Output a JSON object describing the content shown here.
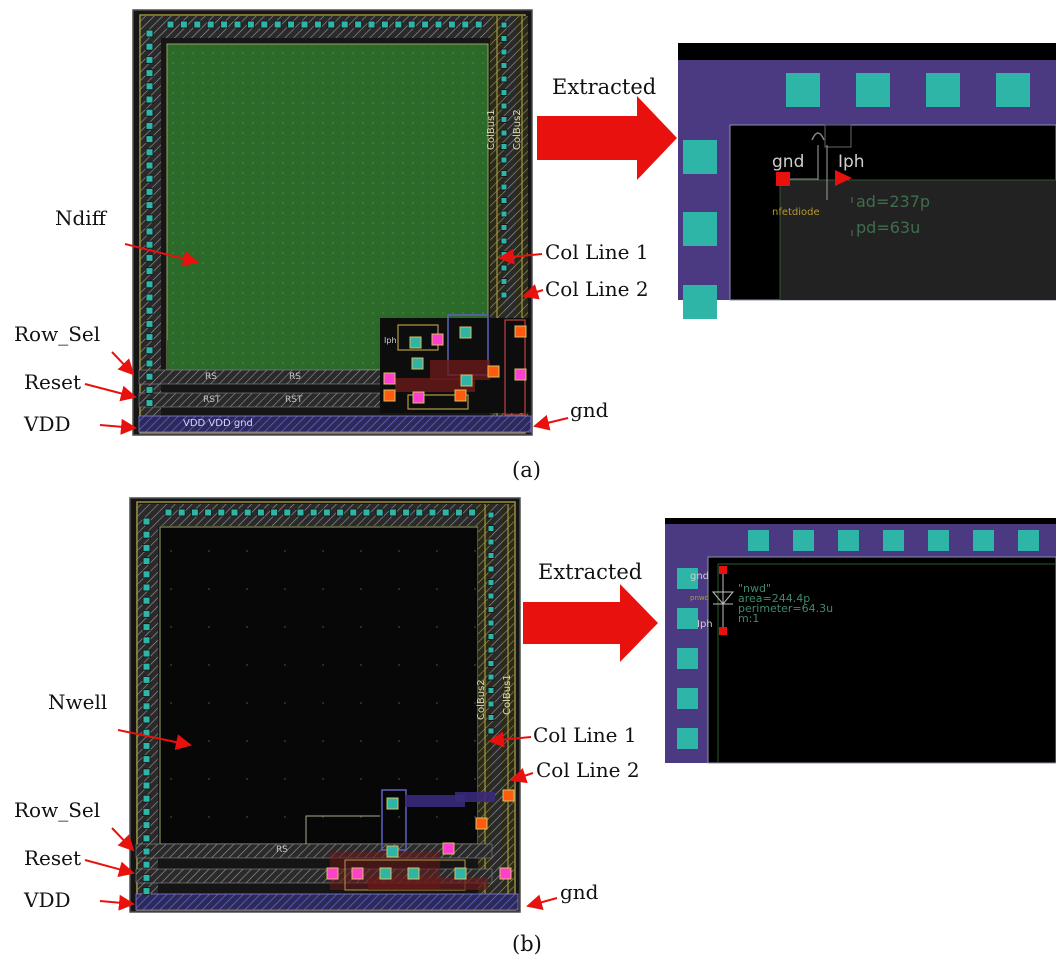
{
  "figure": {
    "panel_a": {
      "caption": "(a)",
      "diode_label": "Ndiff",
      "extracted_label": "Extracted",
      "labels": {
        "row_sel": "Row_Sel",
        "reset": "Reset",
        "vdd": "VDD",
        "col_line_1": "Col Line 1",
        "col_line_2": "Col Line 2",
        "gnd": "gnd"
      },
      "layout_text": {
        "rs_left": "RS",
        "rs_right": "RS",
        "rst_left": "RST",
        "rst_right": "RST",
        "vdd_gnd": "VDD VDD gnd",
        "iph": "Iph",
        "colbus1": "ColBus1",
        "colbus2": "ColBus2"
      },
      "extracted": {
        "gnd": "gnd",
        "iph": "Iph",
        "ad": "ad=237p",
        "pd": "pd=63u",
        "device": "nfetdiode"
      }
    },
    "panel_b": {
      "caption": "(b)",
      "diode_label": "Nwell",
      "extracted_label": "Extracted",
      "labels": {
        "row_sel": "Row_Sel",
        "reset": "Reset",
        "vdd": "VDD",
        "col_line_1": "Col Line 1",
        "col_line_2": "Col Line 2",
        "gnd": "gnd"
      },
      "layout_text": {
        "rs": "RS",
        "colbus1": "ColBus1",
        "colbus2": "ColBus2"
      },
      "extracted": {
        "gnd": "gnd",
        "iph": "Iph",
        "pnwd": "pnwd",
        "model": "\"nwd\"",
        "area": "area=244.4p",
        "perimeter": "perimeter=64.3u",
        "m": "m:1"
      }
    },
    "colors": {
      "red_arrow": "#e8110d",
      "pad_teal": "#2fb5a8",
      "frame_purple": "#4b3a82",
      "ndiff_green": "#2b6b2b"
    }
  }
}
